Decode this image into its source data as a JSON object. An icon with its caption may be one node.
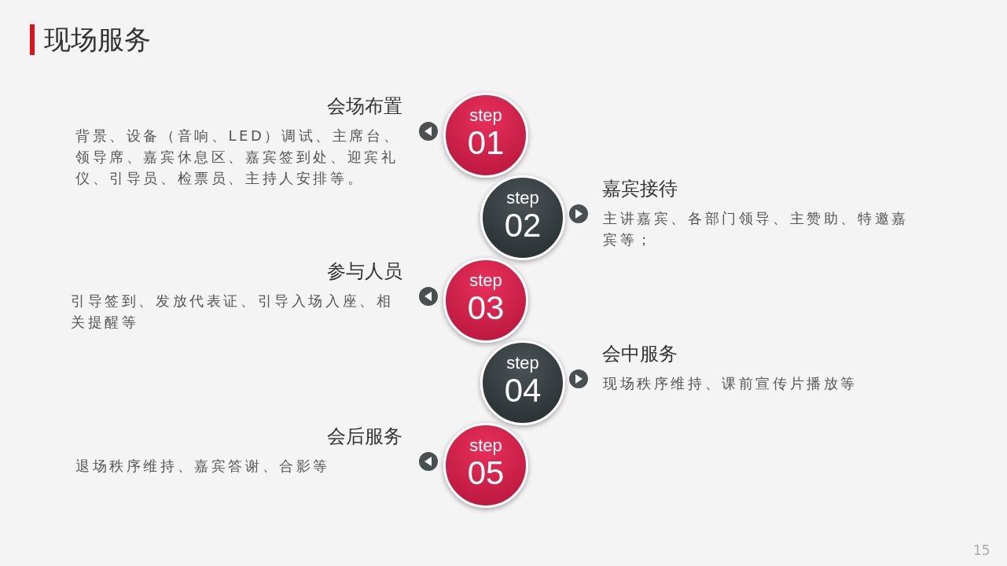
{
  "diagram": {
    "title": "现场服务",
    "nodes": [
      {
        "text": [
          "step",
          "01"
        ],
        "beside": [
          "会场布置",
          "背景、设备（音响、LED）调试、主席台、领导席、嘉宾休息区、嘉宾签到处、迎宾礼仪、引导员、检票员、主持人安排等。"
        ]
      },
      {
        "text": [
          "step",
          "02"
        ],
        "beside": [
          "嘉宾接待",
          "主讲嘉宾、各部门领导、主赞助、特邀嘉宾等；"
        ]
      },
      {
        "text": [
          "step",
          "03"
        ],
        "beside": [
          "参与人员",
          "引导签到、发放代表证、引导入场入座、相关提醒等"
        ]
      },
      {
        "text": [
          "step",
          "04"
        ],
        "beside": [
          "会中服务",
          "现场秩序维持、课前宣传片播放等"
        ]
      },
      {
        "text": [
          "step",
          "05"
        ],
        "beside": [
          "会后服务",
          "退场秩序维持、嘉宾答谢、合影等"
        ]
      }
    ],
    "labels": [
      "15"
    ]
  }
}
